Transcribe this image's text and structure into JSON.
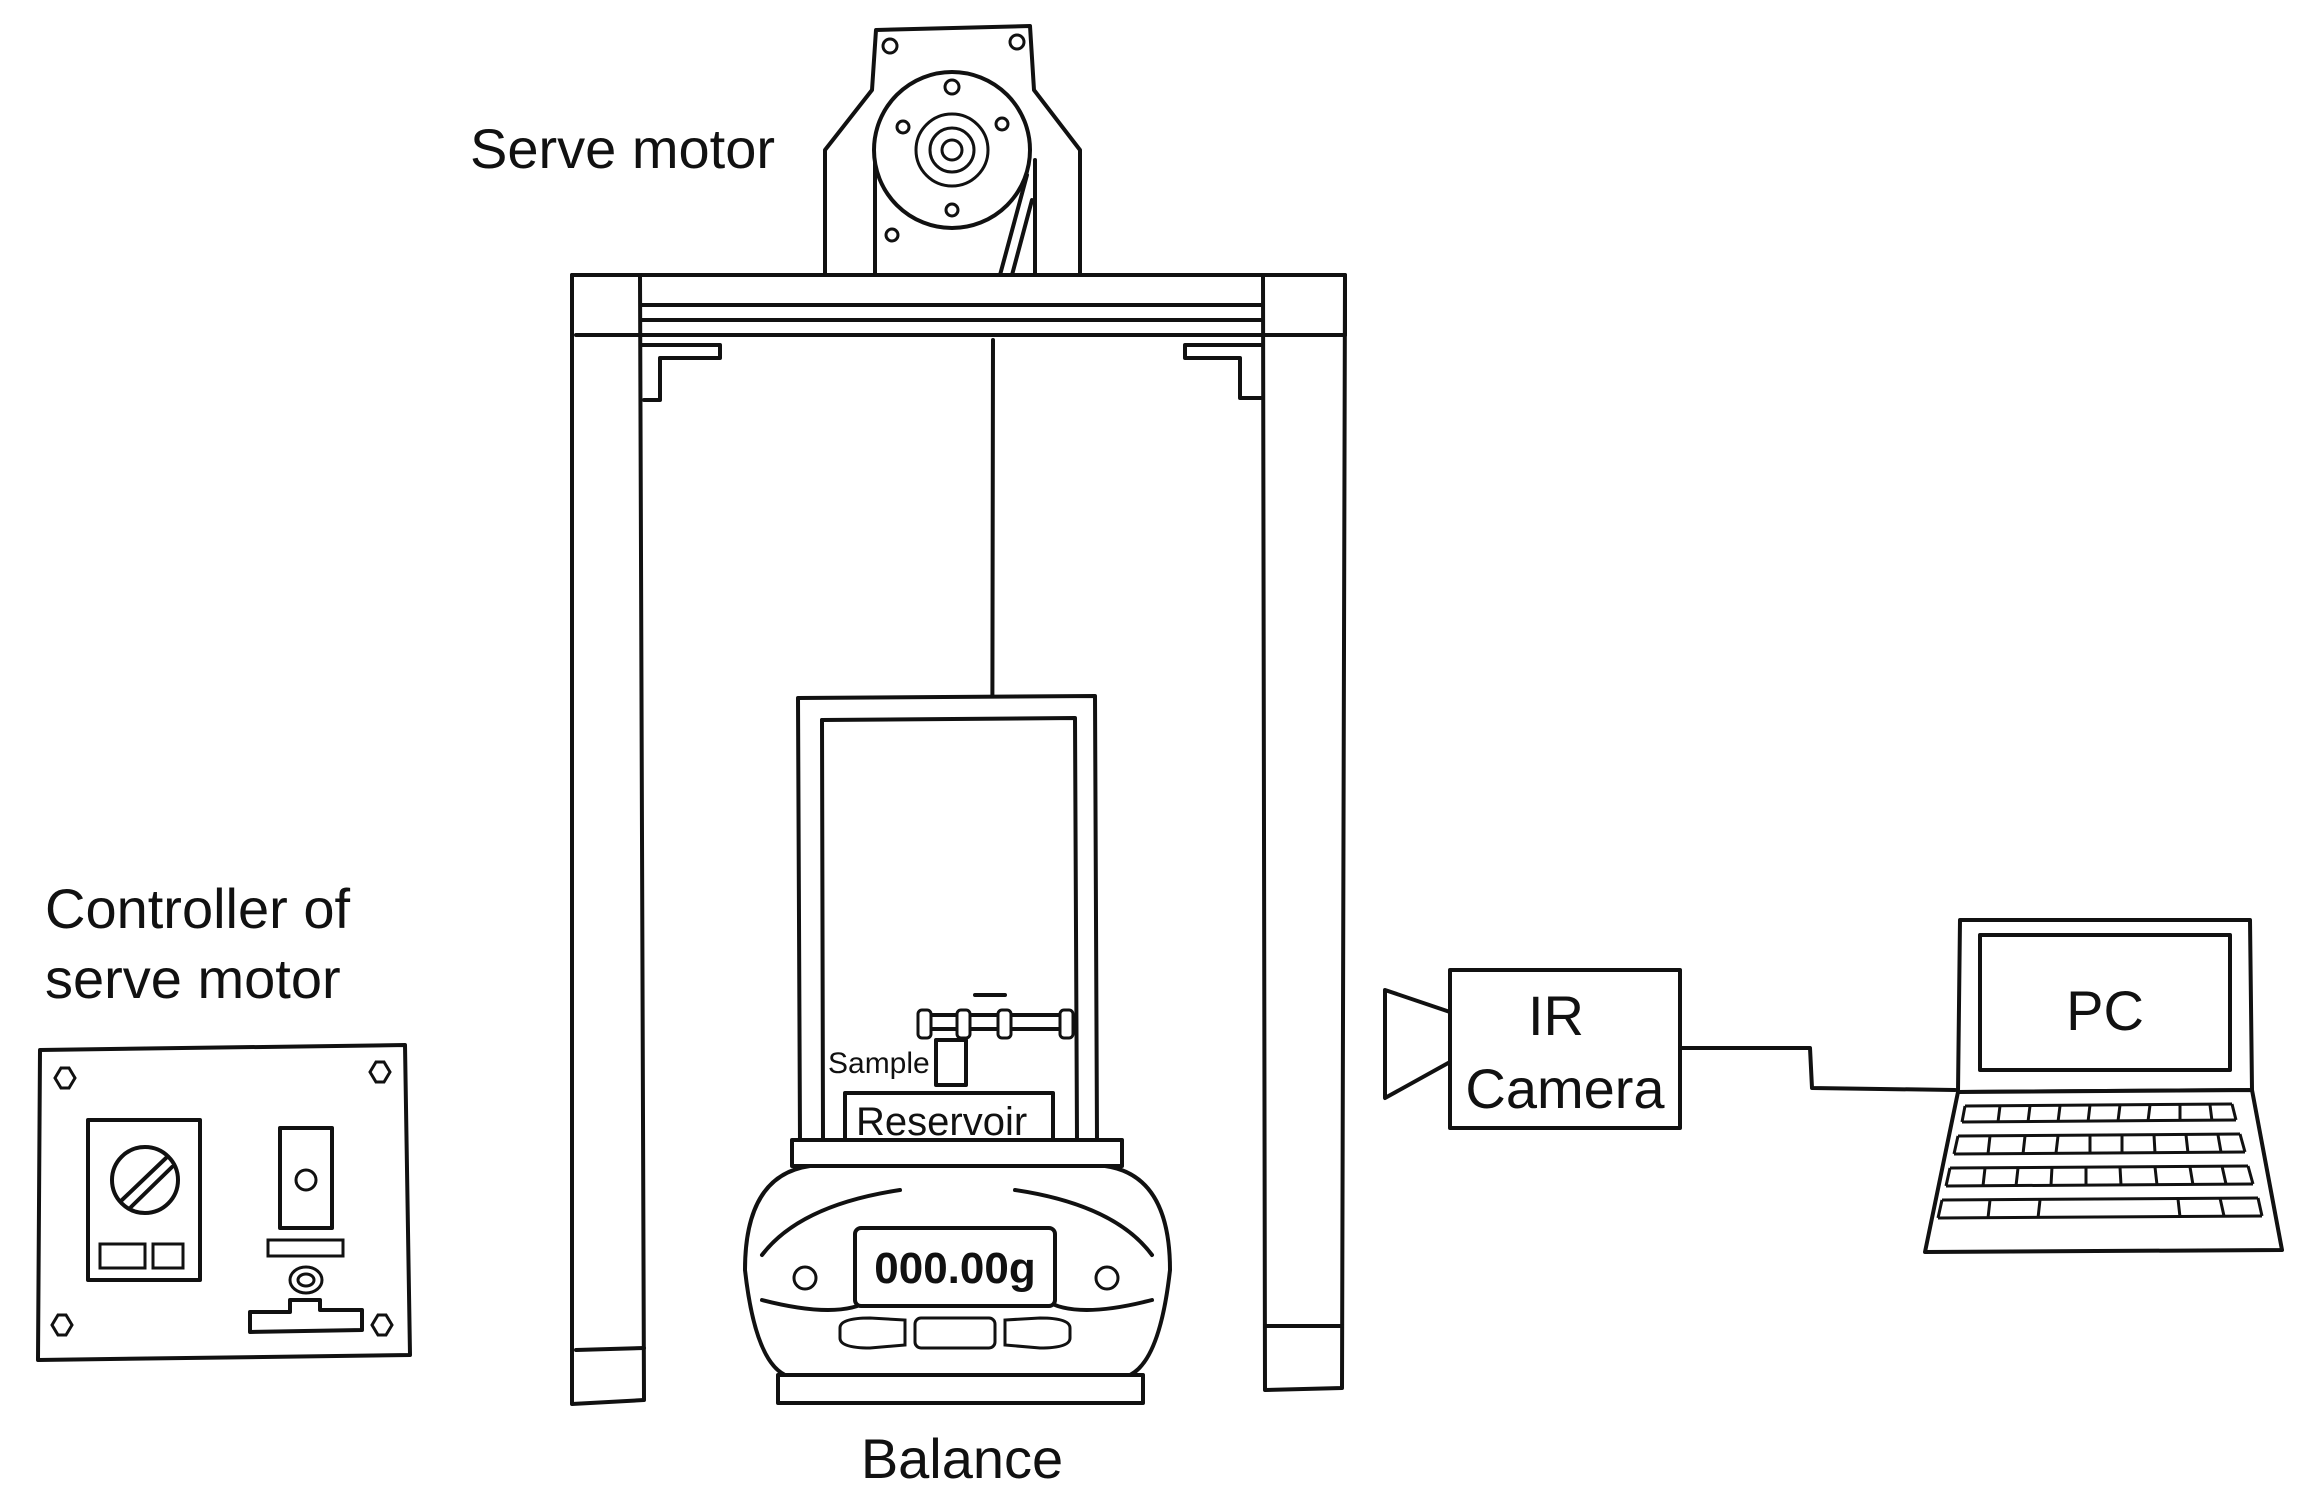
{
  "labels": {
    "servo_motor": "Serve motor",
    "controller_line1": "Controller of",
    "controller_line2": "serve motor",
    "sample": "Sample",
    "reservoir": "Reservoir",
    "balance_display": "000.00g",
    "balance": "Balance",
    "ir_camera_line1": "IR",
    "ir_camera_line2": "Camera",
    "pc": "PC"
  },
  "colors": {
    "line": "#111111",
    "background": "#ffffff"
  }
}
